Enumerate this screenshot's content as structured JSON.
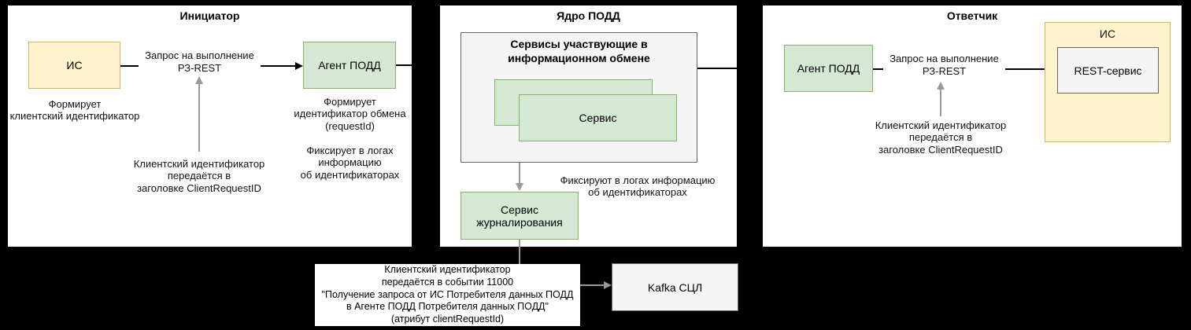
{
  "colors": {
    "canvas_bg": "#000000",
    "panel_bg": "#FFFFFF",
    "panel_border": "#000000",
    "yellow_fill": "#FFF2CC",
    "yellow_border": "#D6B656",
    "green_fill": "#D5E8D4",
    "green_border": "#82B366",
    "gray_fill": "#F5F5F5",
    "gray_border": "#666666",
    "flow_arrow": "#000000",
    "annotation_arrow": "#999999"
  },
  "initiator": {
    "title": "Инициатор",
    "is_label": "ИС",
    "is_note": "Формирует\nклиентский идентификатор",
    "flow_label": "Запрос на выполнение\nРЗ-REST",
    "agent_label": "Агент ПОДД",
    "agent_note_1": "Формирует\nидентификатор обмена\n(requestId)",
    "agent_note_2": "Фиксирует в логах\nинформацию\nоб идентификаторах",
    "annotation": "Клиентский идентификатор\nпередаётся в\nзаголовке ClientRequestID"
  },
  "core": {
    "title": "Ядро ПОДД",
    "container_title": "Сервисы участвующие в\nинформационном обмене",
    "service_label": "Сервис",
    "logging_label": "Сервис\nжурналирования",
    "annotation": "Фиксируют в логах информацию\nоб идентификаторах"
  },
  "responder": {
    "title": "Ответчик",
    "agent_label": "Агент ПОДД",
    "flow_label": "Запрос на выполнение\nРЗ-REST",
    "is_label": "ИС",
    "rest_label": "REST-сервис",
    "annotation": "Клиентский идентификатор\nпередаётся в\nзаголовке ClientRequestID"
  },
  "bottom": {
    "event_note": "Клиентский идентификатор\nпередаётся в событии 11000\n\"Получение запроса от ИС Потребителя данных ПОДД\nв Агенте ПОДД Потребителя данных ПОДД\"\n(атрибут clientRequestId)",
    "kafka_label": "Kafka СЦЛ"
  }
}
